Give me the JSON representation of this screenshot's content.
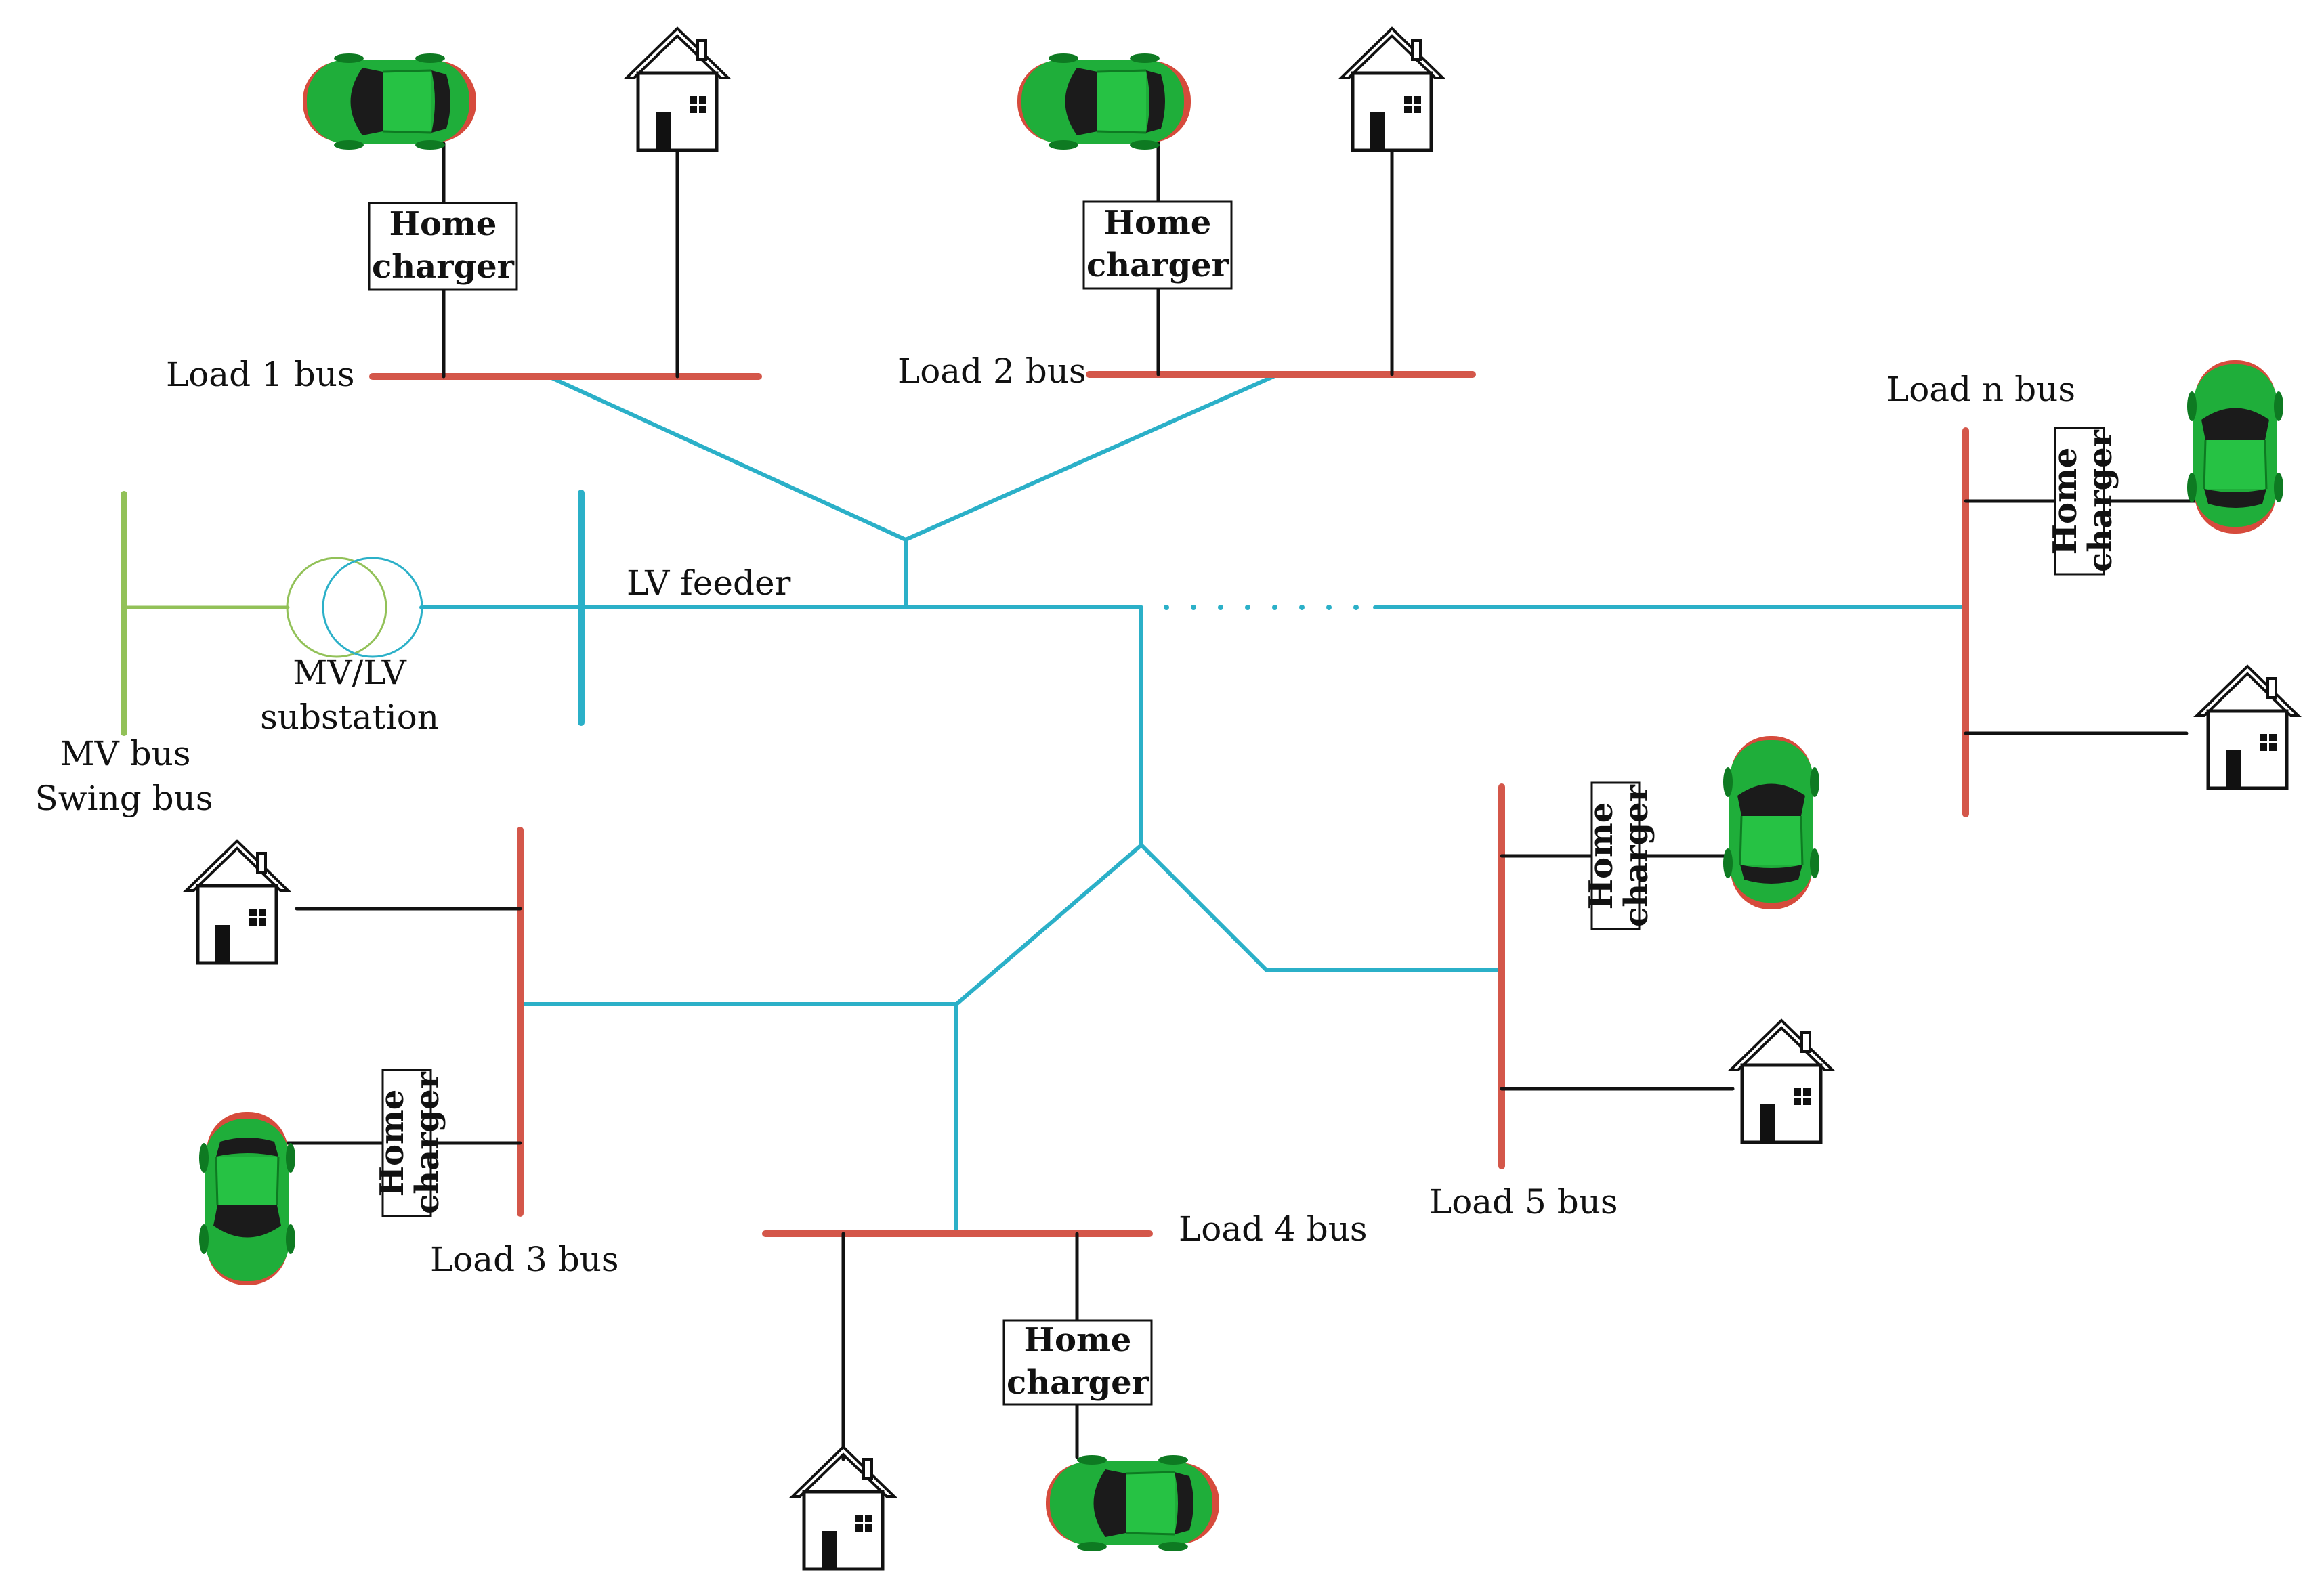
{
  "labels": {
    "load1": "Load 1 bus",
    "load2": "Load 2 bus",
    "load3": "Load 3 bus",
    "load4": "Load 4 bus",
    "load5": "Load 5 bus",
    "loadn": "Load n bus",
    "lv_feeder": "LV feeder",
    "substation_line1": "MV/LV",
    "substation_line2": "substation",
    "mv_bus": "MV bus",
    "swing_bus": "Swing bus"
  },
  "charger": {
    "line1": "Home",
    "line2": "charger"
  },
  "colors": {
    "bus": "#d4574a",
    "feeder": "#2bb0c8",
    "mv": "#92c158",
    "wire": "#111111",
    "car_body": "#1fae3a",
    "car_accent": "#d64b3c",
    "house": "#111111"
  }
}
